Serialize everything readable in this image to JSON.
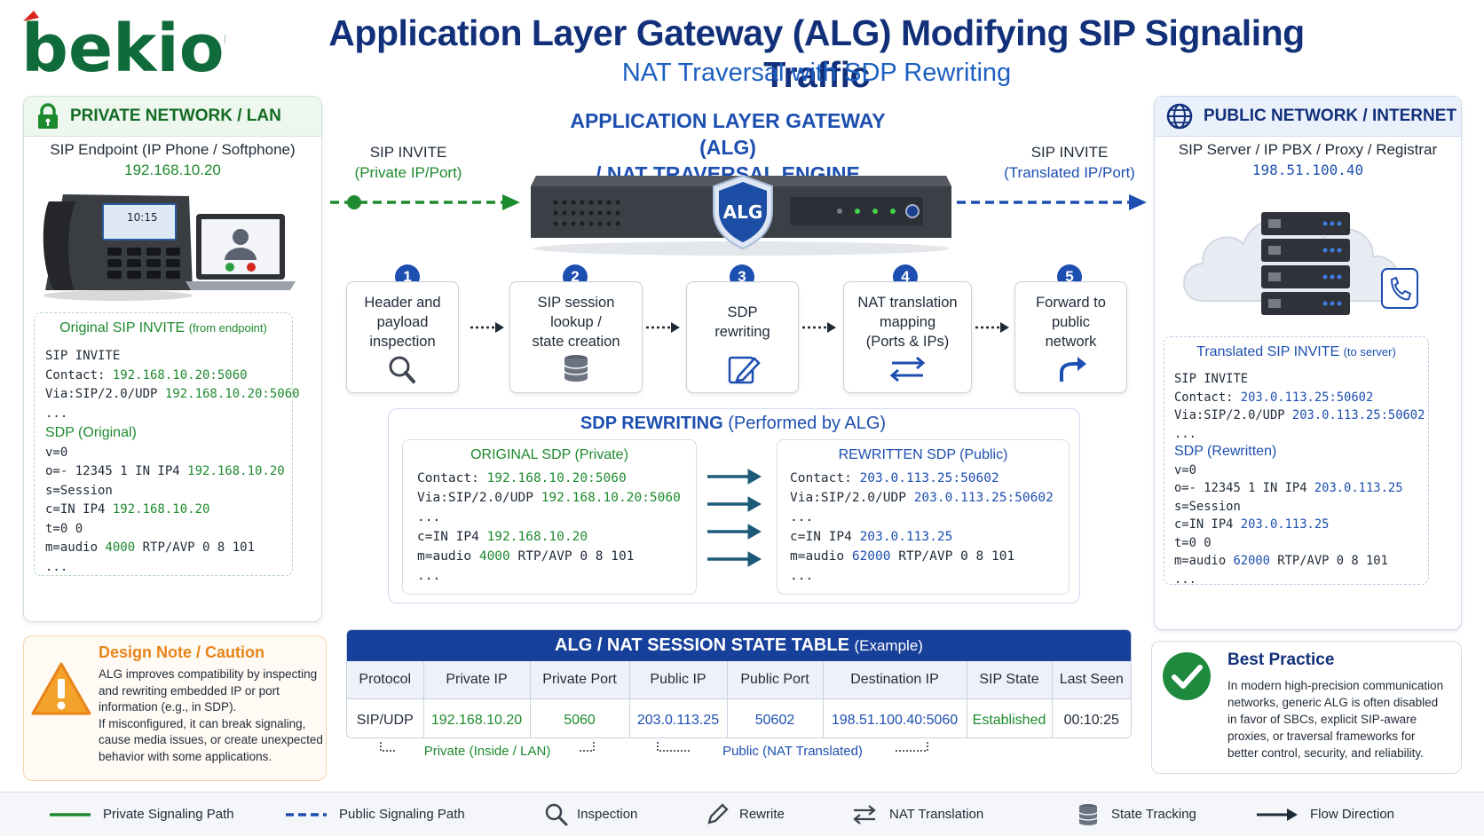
{
  "header": {
    "logo_text": "bekiot",
    "title": "Application Layer Gateway (ALG) Modifying SIP Signaling Traffic",
    "subtitle": "NAT Traversal with SDP Rewriting"
  },
  "private_panel": {
    "title": "PRIVATE NETWORK / LAN",
    "endpoint_title": "SIP Endpoint (IP Phone / Softphone)",
    "endpoint_ip": "192.168.10.20",
    "phone_time": "10:15",
    "invite": {
      "heading": "Original SIP INVITE",
      "heading_note": "(from endpoint)",
      "line1": "SIP INVITE",
      "contact_label": "Contact: ",
      "contact_value": "192.168.10.20:5060",
      "via_label": "Via:SIP/2.0/UDP ",
      "via_value": "192.168.10.20:5060",
      "ellipsis": "...",
      "sdp_heading": "SDP (Original)",
      "v": "v=0",
      "o_label": "o=- 12345 1 IN IP4 ",
      "o_value": "192.168.10.20",
      "s": "s=Session",
      "c_label": "c=IN IP4 ",
      "c_value": "192.168.10.20",
      "t": "t=0 0",
      "m_label": "m=audio ",
      "m_port": "4000",
      "m_rest": " RTP/AVP 0 8 101",
      "ellipsis2": "..."
    }
  },
  "public_panel": {
    "title": "PUBLIC NETWORK / INTERNET",
    "server_title": "SIP Server / IP PBX / Proxy / Registrar",
    "server_ip": "198.51.100.40",
    "invite": {
      "heading": "Translated SIP INVITE",
      "heading_note": "(to server)",
      "line1": "SIP INVITE",
      "contact_label": "Contact: ",
      "contact_value": "203.0.113.25:50602",
      "via_label": "Via:SIP/2.0/UDP ",
      "via_value": "203.0.113.25:50602",
      "ellipsis": "...",
      "sdp_heading": "SDP (Rewritten)",
      "v": "v=0",
      "o_label": "o=- 12345 1 IN IP4 ",
      "o_value": "203.0.113.25",
      "s": "s=Session",
      "c_label": "c=IN IP4 ",
      "c_value": "203.0.113.25",
      "t": "t=0 0",
      "m_label": "m=audio ",
      "m_port": "62000",
      "m_rest": " RTP/AVP 0 8 101",
      "ellipsis2": "..."
    }
  },
  "flow": {
    "left_label_1": "SIP INVITE",
    "left_label_2": "(Private IP/Port)",
    "right_label_1": "SIP INVITE",
    "right_label_2": "(Translated IP/Port)"
  },
  "gateway": {
    "title_1": "APPLICATION LAYER GATEWAY (ALG)",
    "title_2": "/ NAT TRAVERSAL ENGINE",
    "shield_text": "ALG"
  },
  "steps": [
    {
      "num": "1",
      "l1": "Header and",
      "l2": "payload",
      "l3": "inspection",
      "icon": "magnifier-icon"
    },
    {
      "num": "2",
      "l1": "SIP session",
      "l2": "lookup /",
      "l3": "state creation",
      "icon": "database-icon"
    },
    {
      "num": "3",
      "l1": "SDP",
      "l2": "rewriting",
      "l3": "",
      "icon": "edit-icon"
    },
    {
      "num": "4",
      "l1": "NAT translation",
      "l2": "mapping",
      "l3": "(Ports & IPs)",
      "icon": "swap-arrows-icon"
    },
    {
      "num": "5",
      "l1": "Forward to",
      "l2": "public",
      "l3": "network",
      "icon": "forward-arrow-icon"
    }
  ],
  "sdp_rewriting": {
    "title": "SDP REWRITING",
    "title_note": "(Performed by ALG)",
    "original": {
      "heading": "ORIGINAL SDP (Private)",
      "contact_label": "Contact: ",
      "contact_value": "192.168.10.20:5060",
      "via_label": "Via:SIP/2.0/UDP ",
      "via_value": "192.168.10.20:5060",
      "ellipsis": "...",
      "c_label": "c=IN IP4 ",
      "c_value": "192.168.10.20",
      "m_label": "m=audio ",
      "m_port": "4000",
      "m_rest": " RTP/AVP 0 8 101",
      "ellipsis2": "..."
    },
    "rewritten": {
      "heading": "REWRITTEN SDP (Public)",
      "contact_label": "Contact: ",
      "contact_value": "203.0.113.25:50602",
      "via_label": "Via:SIP/2.0/UDP ",
      "via_value": "203.0.113.25:50602",
      "ellipsis": "...",
      "c_label": "c=IN IP4 ",
      "c_value": "203.0.113.25",
      "m_label": "m=audio ",
      "m_port": "62000",
      "m_rest": " RTP/AVP 0 8 101",
      "ellipsis2": "..."
    }
  },
  "state_table": {
    "title": "ALG / NAT SESSION STATE TABLE",
    "title_note": "(Example)",
    "columns": [
      "Protocol",
      "Private IP",
      "Private Port",
      "Public IP",
      "Public Port",
      "Destination IP",
      "SIP State",
      "Last Seen"
    ],
    "row": [
      "SIP/UDP",
      "192.168.10.20",
      "5060",
      "203.0.113.25",
      "50602",
      "198.51.100.40:5060",
      "Established",
      "00:10:25"
    ],
    "private_bracket": "Private (Inside / LAN)",
    "public_bracket": "Public (NAT Translated)"
  },
  "design_note": {
    "title": "Design Note / Caution",
    "l1": "ALG improves compatibility by inspecting",
    "l2": "and rewriting embedded IP or port",
    "l3": "information (e.g., in SDP).",
    "l4": "If misconfigured, it can break signaling,",
    "l5": "cause media issues, or create unexpected",
    "l6": "behavior with some applications."
  },
  "best_practice": {
    "title": "Best Practice",
    "l1": "In modern high-precision communication",
    "l2": "networks, generic ALG is often disabled",
    "l3": "in favor of SBCs, explicit SIP-aware",
    "l4": "proxies, or traversal frameworks for",
    "l5": "better control, security, and reliability."
  },
  "legend": [
    {
      "label": "Private Signaling Path",
      "icon": "green-solid-line-icon"
    },
    {
      "label": "Public Signaling Path",
      "icon": "blue-dashed-line-icon"
    },
    {
      "label": "Inspection",
      "icon": "magnifier-icon"
    },
    {
      "label": "Rewrite",
      "icon": "pencil-icon"
    },
    {
      "label": "NAT Translation",
      "icon": "swap-arrows-icon"
    },
    {
      "label": "State Tracking",
      "icon": "database-icon"
    },
    {
      "label": "Flow Direction",
      "icon": "arrow-right-icon"
    }
  ],
  "colors": {
    "private_green": "#1e8a2e",
    "public_blue": "#1d4fb0",
    "navy": "#12307a",
    "caution_orange": "#e8841a"
  }
}
